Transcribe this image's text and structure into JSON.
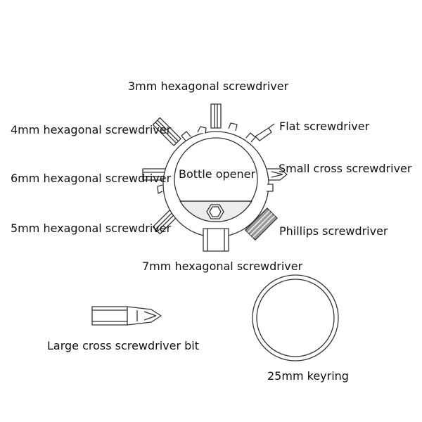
{
  "labels": {
    "hex_3mm": "3mm hexagonal screwdriver",
    "hex_4mm": "4mm hexagonal screwdriver",
    "flat": "Flat screwdriver",
    "hex_6mm": "6mm hexagonal screwdriver",
    "bottle_opener": "Bottle opener",
    "small_cross": "Small cross screwdriver",
    "hex_5mm": "5mm hexagonal screwdriver",
    "phillips": "Phillips screwdriver",
    "hex_7mm": "7mm hexagonal screwdriver",
    "large_cross_bit": "Large cross screwdriver bit",
    "keyring": "25mm keyring"
  },
  "colors": {
    "line": "#333333",
    "fill": "#ffffff",
    "shade": "#9a9a9a"
  }
}
